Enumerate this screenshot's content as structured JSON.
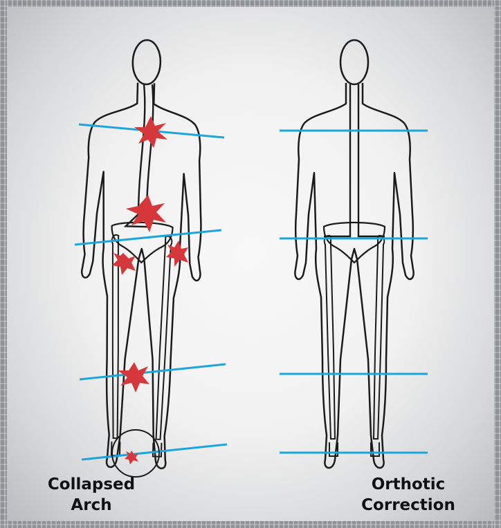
{
  "left_figure": {
    "caption_line1": "Collapsed",
    "caption_line2": "Arch"
  },
  "right_figure": {
    "caption_line1": "Orthotic",
    "caption_line2": "Correction"
  },
  "colors": {
    "alignment_line": "#1aa6dc",
    "pain_marker": "#d6373b",
    "outline": "#1a1a1a",
    "background": "#f2f2f2"
  }
}
